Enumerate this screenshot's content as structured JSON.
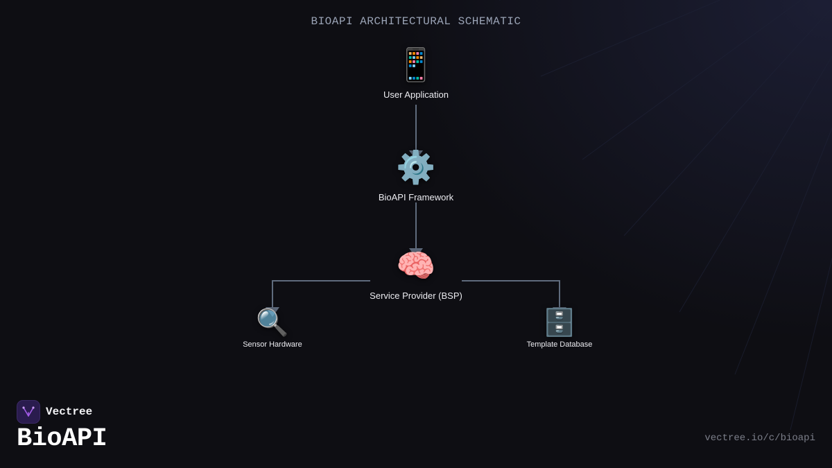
{
  "header": {
    "title": "BIOAPI ARCHITECTURAL SCHEMATIC"
  },
  "diagram": {
    "nodes": [
      {
        "id": "app",
        "icon": "mobile-phone-icon",
        "glyph": "📱",
        "label": "User Application"
      },
      {
        "id": "framework",
        "icon": "gear-icon",
        "glyph": "⚙️",
        "label": "BioAPI Framework"
      },
      {
        "id": "bsp",
        "icon": "brain-icon",
        "glyph": "🧠",
        "label": "Service Provider (BSP)"
      },
      {
        "id": "sensor",
        "icon": "magnifier-icon",
        "glyph": "🔍",
        "label": "Sensor Hardware"
      },
      {
        "id": "database",
        "icon": "file-cabinet-icon",
        "glyph": "🗄️",
        "label": "Template Database"
      }
    ],
    "edges": [
      {
        "from": "app",
        "to": "framework"
      },
      {
        "from": "framework",
        "to": "bsp"
      },
      {
        "from": "bsp",
        "to": "sensor"
      },
      {
        "from": "bsp",
        "to": "database"
      }
    ],
    "colors": {
      "connector": "#5f6b7d"
    }
  },
  "footer": {
    "brand_name": "Vectree",
    "product_name": "BioAPI",
    "url": "vectree.io/c/bioapi"
  },
  "colors": {
    "background": "#0e0e13",
    "brand_logo": "#2a1c4e",
    "brand_accent": "#a35be8"
  }
}
